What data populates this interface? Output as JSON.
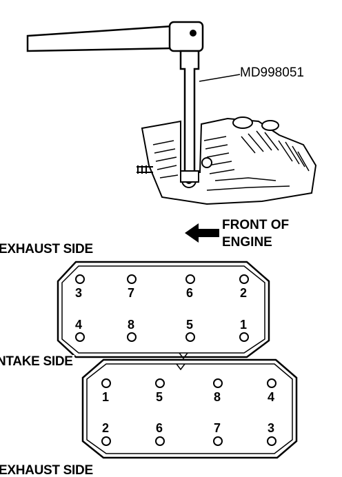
{
  "tool_label": "MD998051",
  "direction": {
    "label_line1": "FRONT OF",
    "label_line2": "ENGINE"
  },
  "cylinder_head_1": {
    "top_side_label": "EXHAUST SIDE",
    "bottom_side_label": "INTAKE SIDE",
    "top_row_bolts": [
      "3",
      "7",
      "6",
      "2"
    ],
    "bottom_row_bolts": [
      "4",
      "8",
      "5",
      "1"
    ]
  },
  "cylinder_head_2": {
    "bottom_side_label": "EXHAUST SIDE",
    "top_row_bolts": [
      "1",
      "5",
      "8",
      "4"
    ],
    "bottom_row_bolts": [
      "2",
      "6",
      "7",
      "3"
    ]
  }
}
